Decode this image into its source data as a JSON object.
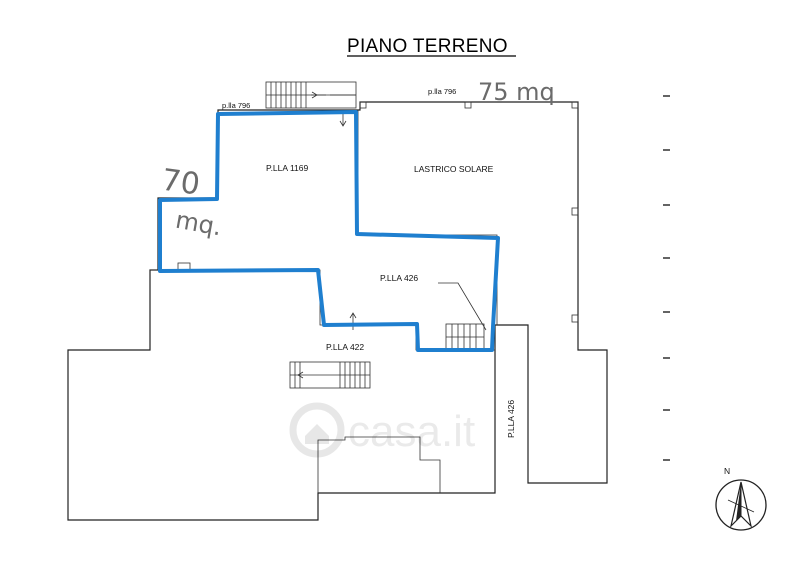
{
  "plan": {
    "title": "PIANO TERRENO",
    "labels": {
      "plla_796_left": "p.lla 796",
      "plla_796_top": "p.lla 796",
      "plla_1169": "P.LLA 1169",
      "lastrico_solare": "LASTRICO SOLARE",
      "plla_426_upper": "P.LLA 426",
      "plla_422": "P.LLA 422",
      "plla_426_vertical": "P.LLA 426"
    },
    "handwritten": {
      "area_left_number": "70",
      "area_left_unit": "mq.",
      "area_top": "75 mq"
    },
    "watermark": "casa.it",
    "north_label": "N",
    "colors": {
      "outline": "#1f7fcf",
      "walls": "#222222"
    }
  }
}
